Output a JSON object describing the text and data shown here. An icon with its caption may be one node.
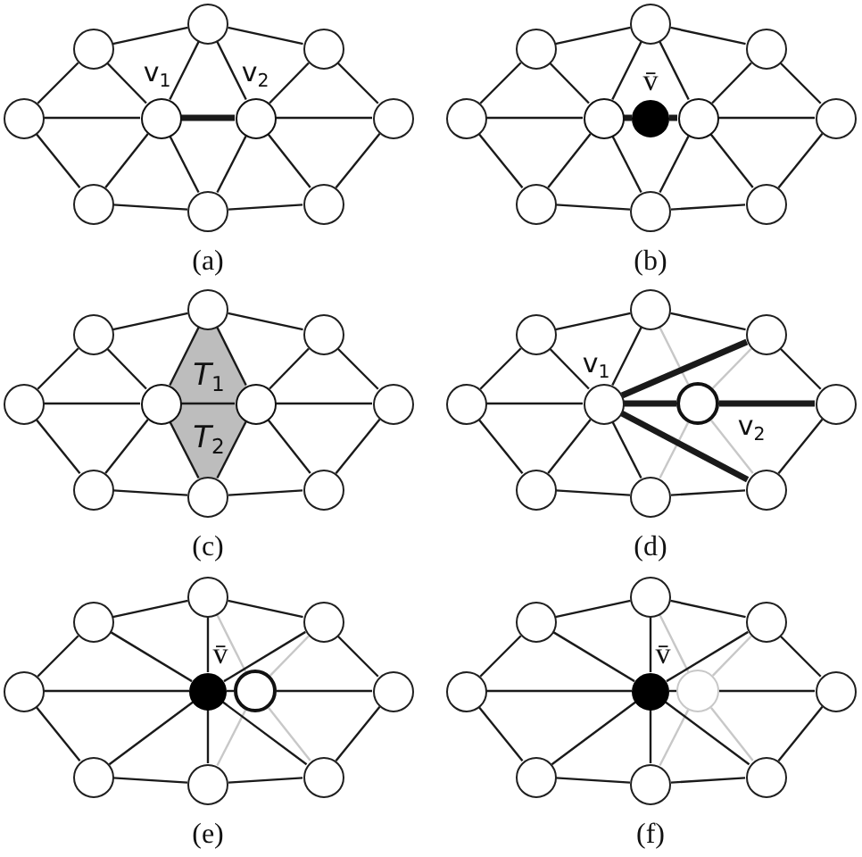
{
  "diagram": {
    "nodes": [
      {
        "text": [],
        "shape": "circle"
      },
      {
        "text": [],
        "shape": "circle"
      },
      {
        "text": [],
        "shape": "circle"
      },
      {
        "text": [],
        "shape": "circle"
      },
      {
        "text": [],
        "shape": "circle",
        "beside": [
          "v$_{1}$"
        ]
      },
      {
        "text": [],
        "shape": "circle",
        "beside": [
          "v$_{2}$"
        ]
      },
      {
        "text": [],
        "shape": "circle"
      },
      {
        "text": [],
        "shape": "circle"
      },
      {
        "text": [],
        "shape": "circle"
      },
      {
        "text": [],
        "shape": "circle"
      },
      {
        "text": [],
        "shape": "circle"
      },
      {
        "text": [],
        "shape": "circle"
      },
      {
        "text": [],
        "shape": "circle"
      },
      {
        "text": [],
        "shape": "circle"
      },
      {
        "text": [],
        "shape": "circle"
      },
      {
        "text": [],
        "shape": "circle",
        "beside": [
          "v̄"
        ]
      },
      {
        "text": [],
        "shape": "circle"
      },
      {
        "text": [],
        "shape": "circle"
      },
      {
        "text": [],
        "shape": "circle"
      },
      {
        "text": [],
        "shape": "circle"
      },
      {
        "text": [],
        "shape": "circle"
      },
      {
        "text": [],
        "shape": "circle"
      },
      {
        "text": [],
        "shape": "circle"
      },
      {
        "text": [],
        "shape": "circle"
      },
      {
        "text": [],
        "shape": "circle"
      },
      {
        "text": [],
        "shape": "circle"
      },
      {
        "text": [],
        "shape": "circle"
      },
      {
        "text": [],
        "shape": "circle"
      },
      {
        "text": [],
        "shape": "circle"
      },
      {
        "text": [],
        "shape": "circle"
      },
      {
        "text": [],
        "shape": "circle"
      },
      {
        "text": [],
        "shape": "circle"
      },
      {
        "text": [],
        "shape": "circle"
      },
      {
        "text": [],
        "shape": "circle"
      },
      {
        "text": [],
        "shape": "circle"
      },
      {
        "text": [],
        "shape": "circle",
        "beside": [
          "v$_{1}$"
        ]
      },
      {
        "text": [],
        "shape": "circle",
        "beside": [
          "v$_{2}$"
        ]
      },
      {
        "text": [],
        "shape": "circle"
      },
      {
        "text": [],
        "shape": "circle"
      },
      {
        "text": [],
        "shape": "circle"
      },
      {
        "text": [],
        "shape": "circle"
      },
      {
        "text": [],
        "shape": "circle"
      },
      {
        "text": [],
        "shape": "circle"
      },
      {
        "text": [],
        "shape": "circle"
      },
      {
        "text": [],
        "shape": "circle"
      },
      {
        "text": [],
        "shape": "circle",
        "beside": [
          "v̄"
        ]
      },
      {
        "text": [],
        "shape": "circle"
      },
      {
        "text": [],
        "shape": "circle"
      },
      {
        "text": [],
        "shape": "circle"
      },
      {
        "text": [],
        "shape": "circle"
      },
      {
        "text": [],
        "shape": "circle"
      },
      {
        "text": [],
        "shape": "circle"
      },
      {
        "text": [],
        "shape": "circle"
      },
      {
        "text": [],
        "shape": "circle"
      },
      {
        "text": [],
        "shape": "circle"
      },
      {
        "text": [],
        "shape": "circle",
        "beside": [
          "v̄"
        ]
      },
      {
        "text": [],
        "shape": "circle"
      },
      {
        "text": [],
        "shape": "circle"
      },
      {
        "text": [],
        "shape": "circle"
      },
      {
        "text": [],
        "shape": "circle"
      },
      {
        "text": [],
        "shape": "circle"
      }
    ],
    "edges": [
      {
        "from": 1,
        "to": 0,
        "arrow": "none"
      },
      {
        "from": 0,
        "to": 2,
        "arrow": "none"
      },
      {
        "from": 3,
        "to": 1,
        "arrow": "none"
      },
      {
        "from": 2,
        "to": 6,
        "arrow": "none"
      },
      {
        "from": 1,
        "to": 4,
        "arrow": "none"
      },
      {
        "from": 0,
        "to": 4,
        "arrow": "none"
      },
      {
        "from": 0,
        "to": 5,
        "arrow": "none"
      },
      {
        "from": 2,
        "to": 5,
        "arrow": "none"
      },
      {
        "from": 3,
        "to": 4,
        "arrow": "none"
      },
      {
        "from": 4,
        "to": 5,
        "arrow": "none",
        "style": "thick"
      },
      {
        "from": 5,
        "to": 6,
        "arrow": "none"
      },
      {
        "from": 7,
        "to": 4,
        "arrow": "none"
      },
      {
        "from": 8,
        "to": 4,
        "arrow": "none"
      },
      {
        "from": 8,
        "to": 5,
        "arrow": "none"
      },
      {
        "from": 9,
        "to": 5,
        "arrow": "none"
      },
      {
        "from": 3,
        "to": 7,
        "arrow": "none"
      },
      {
        "from": 6,
        "to": 9,
        "arrow": "none"
      },
      {
        "from": 7,
        "to": 8,
        "arrow": "none"
      },
      {
        "from": 8,
        "to": 9,
        "arrow": "none"
      },
      {
        "from": 11,
        "to": 10,
        "arrow": "none"
      },
      {
        "from": 10,
        "to": 12,
        "arrow": "none"
      },
      {
        "from": 13,
        "to": 11,
        "arrow": "none"
      },
      {
        "from": 12,
        "to": 17,
        "arrow": "none"
      },
      {
        "from": 11,
        "to": 14,
        "arrow": "none"
      },
      {
        "from": 10,
        "to": 14,
        "arrow": "none"
      },
      {
        "from": 10,
        "to": 16,
        "arrow": "none"
      },
      {
        "from": 12,
        "to": 16,
        "arrow": "none"
      },
      {
        "from": 13,
        "to": 14,
        "arrow": "none"
      },
      {
        "from": 14,
        "to": 15,
        "arrow": "none",
        "style": "thick"
      },
      {
        "from": 15,
        "to": 16,
        "arrow": "none",
        "style": "thick"
      },
      {
        "from": 16,
        "to": 17,
        "arrow": "none"
      },
      {
        "from": 18,
        "to": 14,
        "arrow": "none"
      },
      {
        "from": 19,
        "to": 14,
        "arrow": "none"
      },
      {
        "from": 19,
        "to": 16,
        "arrow": "none"
      },
      {
        "from": 20,
        "to": 16,
        "arrow": "none"
      },
      {
        "from": 13,
        "to": 18,
        "arrow": "none"
      },
      {
        "from": 17,
        "to": 20,
        "arrow": "none"
      },
      {
        "from": 18,
        "to": 19,
        "arrow": "none"
      },
      {
        "from": 19,
        "to": 20,
        "arrow": "none"
      },
      {
        "from": 22,
        "to": 21,
        "arrow": "none"
      },
      {
        "from": 21,
        "to": 23,
        "arrow": "none"
      },
      {
        "from": 24,
        "to": 22,
        "arrow": "none"
      },
      {
        "from": 23,
        "to": 27,
        "arrow": "none"
      },
      {
        "from": 22,
        "to": 25,
        "arrow": "none"
      },
      {
        "from": 21,
        "to": 25,
        "arrow": "none"
      },
      {
        "from": 21,
        "to": 26,
        "arrow": "none"
      },
      {
        "from": 23,
        "to": 26,
        "arrow": "none"
      },
      {
        "from": 24,
        "to": 25,
        "arrow": "none"
      },
      {
        "from": 25,
        "to": 26,
        "arrow": "none"
      },
      {
        "from": 26,
        "to": 27,
        "arrow": "none"
      },
      {
        "from": 28,
        "to": 25,
        "arrow": "none"
      },
      {
        "from": 29,
        "to": 25,
        "arrow": "none"
      },
      {
        "from": 29,
        "to": 26,
        "arrow": "none"
      },
      {
        "from": 30,
        "to": 26,
        "arrow": "none"
      },
      {
        "from": 24,
        "to": 28,
        "arrow": "none"
      },
      {
        "from": 27,
        "to": 30,
        "arrow": "none"
      },
      {
        "from": 28,
        "to": 29,
        "arrow": "none"
      },
      {
        "from": 29,
        "to": 30,
        "arrow": "none"
      },
      {
        "from": 32,
        "to": 31,
        "arrow": "none"
      },
      {
        "from": 31,
        "to": 33,
        "arrow": "none"
      },
      {
        "from": 34,
        "to": 32,
        "arrow": "none"
      },
      {
        "from": 33,
        "to": 37,
        "arrow": "none"
      },
      {
        "from": 32,
        "to": 35,
        "arrow": "none"
      },
      {
        "from": 31,
        "to": 35,
        "arrow": "none"
      },
      {
        "from": 31,
        "to": 36,
        "arrow": "none",
        "color": "#c8c8c8"
      },
      {
        "from": 36,
        "to": 33,
        "arrow": "none",
        "color": "#c8c8c8"
      },
      {
        "from": 35,
        "to": 33,
        "arrow": "none",
        "style": "thick"
      },
      {
        "from": 34,
        "to": 35,
        "arrow": "none"
      },
      {
        "from": 35,
        "to": 36,
        "arrow": "none",
        "style": "thick"
      },
      {
        "from": 36,
        "to": 37,
        "arrow": "none",
        "style": "thick"
      },
      {
        "from": 38,
        "to": 35,
        "arrow": "none"
      },
      {
        "from": 39,
        "to": 35,
        "arrow": "none"
      },
      {
        "from": 35,
        "to": 40,
        "arrow": "none",
        "style": "thick"
      },
      {
        "from": 39,
        "to": 36,
        "arrow": "none",
        "color": "#c8c8c8"
      },
      {
        "from": 36,
        "to": 40,
        "arrow": "none",
        "color": "#c8c8c8"
      },
      {
        "from": 34,
        "to": 38,
        "arrow": "none"
      },
      {
        "from": 37,
        "to": 40,
        "arrow": "none"
      },
      {
        "from": 38,
        "to": 39,
        "arrow": "none"
      },
      {
        "from": 39,
        "to": 40,
        "arrow": "none"
      },
      {
        "from": 42,
        "to": 41,
        "arrow": "none"
      },
      {
        "from": 41,
        "to": 43,
        "arrow": "none"
      },
      {
        "from": 44,
        "to": 42,
        "arrow": "none"
      },
      {
        "from": 43,
        "to": 47,
        "arrow": "none"
      },
      {
        "from": 42,
        "to": 45,
        "arrow": "none"
      },
      {
        "from": 41,
        "to": 45,
        "arrow": "none"
      },
      {
        "from": 41,
        "to": 46,
        "arrow": "none",
        "color": "#c8c8c8"
      },
      {
        "from": 46,
        "to": 43,
        "arrow": "none",
        "color": "#c8c8c8"
      },
      {
        "from": 45,
        "to": 43,
        "arrow": "none"
      },
      {
        "from": 44,
        "to": 45,
        "arrow": "none"
      },
      {
        "from": 45,
        "to": 46,
        "arrow": "none"
      },
      {
        "from": 46,
        "to": 47,
        "arrow": "none"
      },
      {
        "from": 48,
        "to": 45,
        "arrow": "none"
      },
      {
        "from": 49,
        "to": 45,
        "arrow": "none"
      },
      {
        "from": 45,
        "to": 50,
        "arrow": "none"
      },
      {
        "from": 49,
        "to": 46,
        "arrow": "none",
        "color": "#c8c8c8"
      },
      {
        "from": 46,
        "to": 50,
        "arrow": "none",
        "color": "#c8c8c8"
      },
      {
        "from": 44,
        "to": 48,
        "arrow": "none"
      },
      {
        "from": 47,
        "to": 50,
        "arrow": "none"
      },
      {
        "from": 48,
        "to": 49,
        "arrow": "none"
      },
      {
        "from": 49,
        "to": 50,
        "arrow": "none"
      },
      {
        "from": 52,
        "to": 51,
        "arrow": "none"
      },
      {
        "from": 51,
        "to": 53,
        "arrow": "none"
      },
      {
        "from": 54,
        "to": 52,
        "arrow": "none"
      },
      {
        "from": 53,
        "to": 57,
        "arrow": "none"
      },
      {
        "from": 52,
        "to": 55,
        "arrow": "none"
      },
      {
        "from": 51,
        "to": 55,
        "arrow": "none"
      },
      {
        "from": 51,
        "to": 56,
        "arrow": "none",
        "color": "#c8c8c8"
      },
      {
        "from": 56,
        "to": 53,
        "arrow": "none",
        "color": "#c8c8c8"
      },
      {
        "from": 55,
        "to": 53,
        "arrow": "none"
      },
      {
        "from": 54,
        "to": 55,
        "arrow": "none"
      },
      {
        "from": 55,
        "to": 56,
        "arrow": "none"
      },
      {
        "from": 56,
        "to": 57,
        "arrow": "none"
      },
      {
        "from": 58,
        "to": 55,
        "arrow": "none"
      },
      {
        "from": 59,
        "to": 55,
        "arrow": "none"
      },
      {
        "from": 55,
        "to": 60,
        "arrow": "none"
      },
      {
        "from": 59,
        "to": 56,
        "arrow": "none",
        "color": "#c8c8c8"
      },
      {
        "from": 56,
        "to": 60,
        "arrow": "none",
        "color": "#c8c8c8"
      },
      {
        "from": 54,
        "to": 58,
        "arrow": "none"
      },
      {
        "from": 57,
        "to": 60,
        "arrow": "none"
      },
      {
        "from": 58,
        "to": 59,
        "arrow": "none"
      },
      {
        "from": 59,
        "to": 60,
        "arrow": "none"
      }
    ],
    "labels": [
      "(a)",
      "(b)",
      "*T*$_{1}$",
      "*T*$_{2}$",
      "(c)",
      "(d)",
      "(e)",
      "(f)"
    ]
  }
}
